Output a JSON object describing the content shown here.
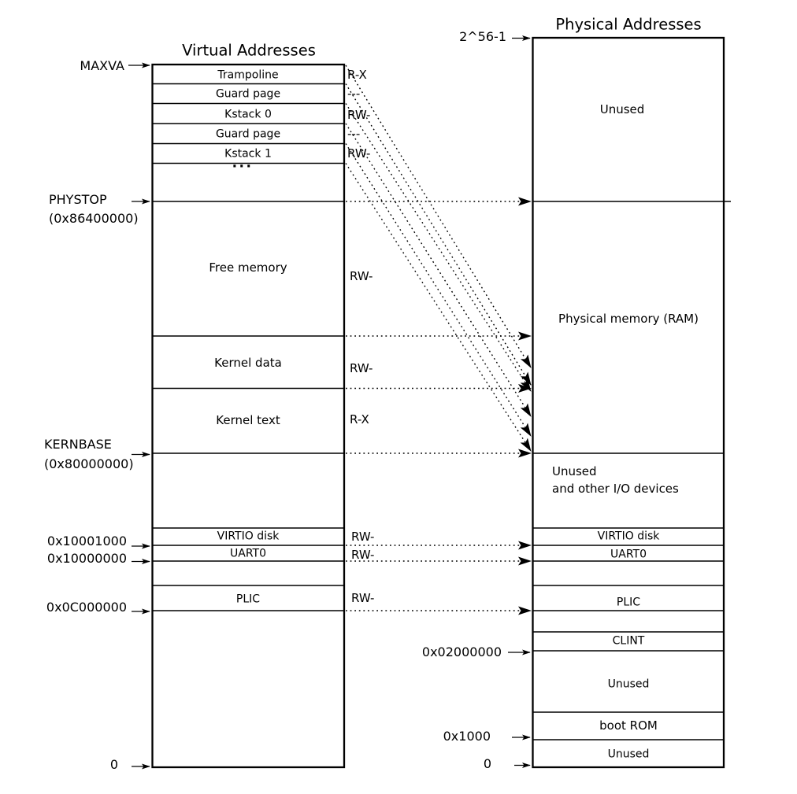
{
  "virtual": {
    "title": "Virtual Addresses",
    "segments": {
      "trampoline": "Trampoline",
      "guard1": "Guard page",
      "kstack0": "Kstack 0",
      "guard2": "Guard page",
      "kstack1": "Kstack 1",
      "ellipsis": "...",
      "free_memory": "Free memory",
      "kernel_data": "Kernel data",
      "kernel_text": "Kernel text",
      "virtio_disk": "VIRTIO disk",
      "uart0": "UART0",
      "plic": "PLIC"
    },
    "addresses": {
      "maxva": "MAXVA",
      "phystop": "PHYSTOP",
      "phystop_hex": "(0x86400000)",
      "kernbase": "KERNBASE",
      "kernbase_hex": "(0x80000000)",
      "virtio": "0x10001000",
      "uart": "0x10000000",
      "plic": "0x0C000000",
      "zero": "0"
    },
    "permissions": {
      "trampoline": "R-X",
      "guard1": "---",
      "kstack0": "RW-",
      "guard2": "---",
      "kstack1": "RW-",
      "free_memory": "RW-",
      "kernel_data": "RW-",
      "kernel_text": "R-X",
      "virtio_disk": "RW-",
      "uart0": "RW-",
      "plic": "RW-"
    }
  },
  "physical": {
    "title": "Physical Addresses",
    "segments": {
      "unused_top": "Unused",
      "ram": "Physical memory (RAM)",
      "unused_io_1": "Unused",
      "unused_io_2": "and other I/O devices",
      "virtio_disk": "VIRTIO disk",
      "uart0": "UART0",
      "plic": "PLIC",
      "clint": "CLINT",
      "unused_mid": "Unused",
      "boot_rom": "boot ROM",
      "unused_bottom": "Unused"
    },
    "addresses": {
      "top": "2^56-1",
      "clint": "0x02000000",
      "boot_rom": "0x1000",
      "zero": "0"
    }
  }
}
